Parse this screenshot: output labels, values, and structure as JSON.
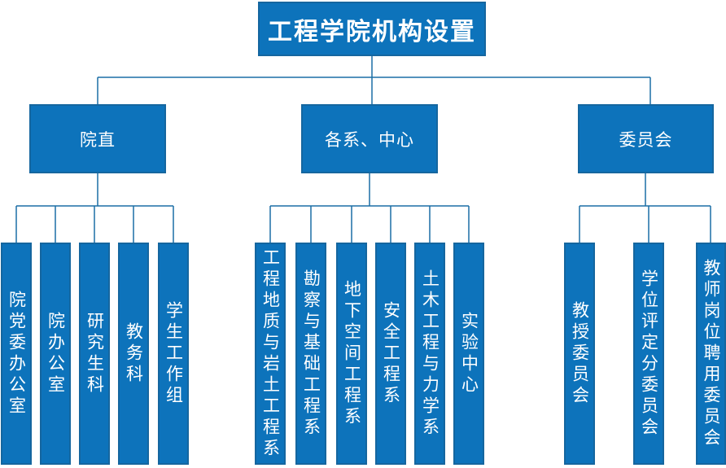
{
  "title": "工程学院机构设置",
  "colors": {
    "box_fill": "#0d73bb",
    "box_border": "#15669f",
    "connector": "#1b6fa5",
    "text": "#ffffff",
    "background": "#ffffff"
  },
  "groups": [
    {
      "label": "院直",
      "children": [
        "院党委办公室",
        "院办公室",
        "研究生科",
        "教务科",
        "学生工作组"
      ]
    },
    {
      "label": "各系、中心",
      "children": [
        "工程地质与岩土工程系",
        "勘察与基础工程系",
        "地下空间工程系",
        "安全工程系",
        "土木工程与力学系",
        "实验中心"
      ]
    },
    {
      "label": "委员会",
      "children": [
        "教授委员会",
        "学位评定分委员会",
        "教师岗位聘用委员会"
      ]
    }
  ]
}
